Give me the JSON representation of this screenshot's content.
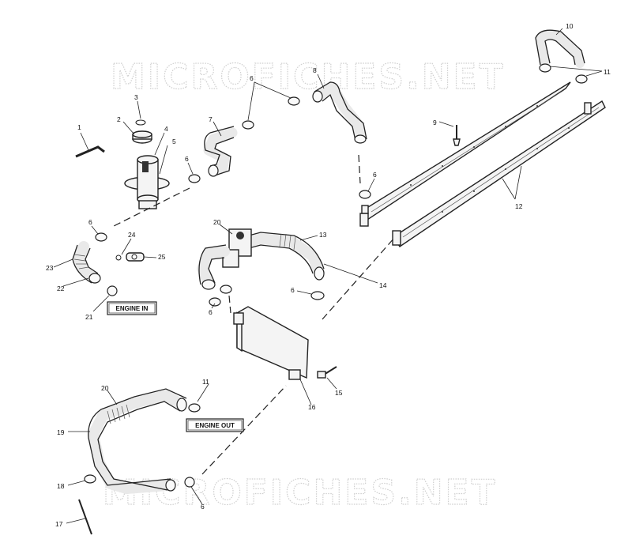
{
  "watermark": "MICROFICHES.NET",
  "labels": {
    "engine_in": "ENGINE IN",
    "engine_out": "ENGINE OUT"
  },
  "callouts": {
    "c1": "1",
    "c2": "2",
    "c3": "3",
    "c4": "4",
    "c5": "5",
    "c6a": "6",
    "c6b": "6",
    "c6c": "6",
    "c6d": "6",
    "c6e": "6",
    "c6f": "6",
    "c6g": "6",
    "c7": "7",
    "c8": "8",
    "c9": "9",
    "c10": "10",
    "c11a": "11",
    "c11b": "11",
    "c12": "12",
    "c13": "13",
    "c14": "14",
    "c15": "15",
    "c16": "16",
    "c17": "17",
    "c18": "18",
    "c19": "19",
    "c20a": "20",
    "c20b": "20",
    "c21": "21",
    "c22": "22",
    "c23": "23",
    "c24": "24",
    "c25": "25"
  }
}
